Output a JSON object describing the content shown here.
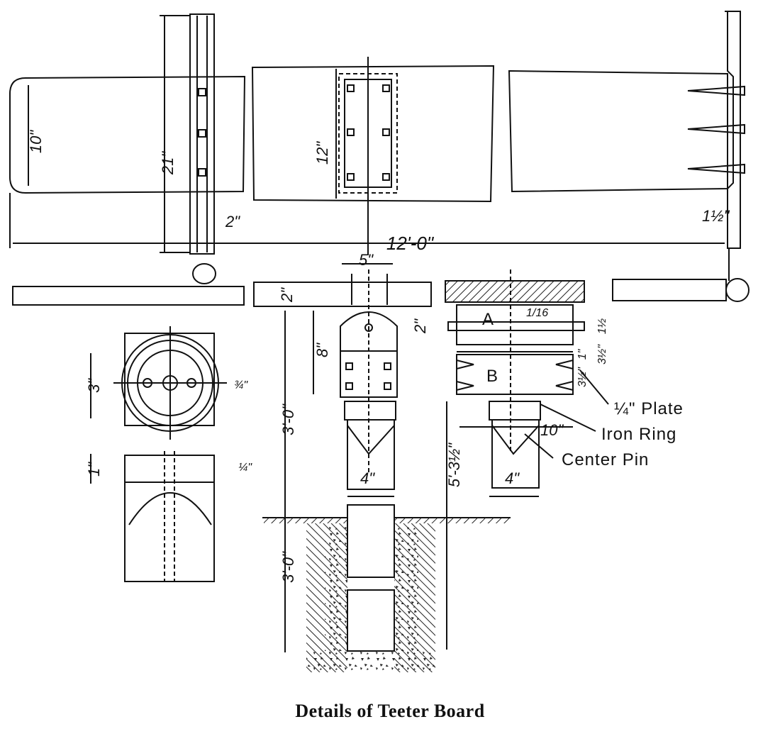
{
  "caption": "Details of Teeter Board",
  "dimensions": {
    "board_width": "10\"",
    "upright_length": "21\"",
    "center_width": "12\"",
    "board_length": "12'-0\"",
    "strap_width": "2\"",
    "handle_end": "1½\"",
    "fulcrum_width": "5\"",
    "board_thickness": "2\"",
    "bracket_height": "8\"",
    "pin_height": "2\"",
    "post_above_ground": "3'-0\"",
    "post_below_ground": "3'-0\"",
    "post_width_a": "4\"",
    "post_width_b": "4\"",
    "overall_height": "5'-3½\"",
    "ring_diameter": "3\"",
    "hole_size": "¾\"",
    "ring_height": "1\"",
    "plate_thickness": "¼\"",
    "side_dim_a": "1½",
    "side_dim_b": "3½\"",
    "side_dim_c": "1\"",
    "side_dim_d": "3½\"",
    "plate_width": "10\"",
    "small_dim": "1/16"
  },
  "labels": {
    "block_a": "A",
    "block_b": "B",
    "plate": "¼\" Plate",
    "iron_ring": "Iron Ring",
    "center_pin": "Center Pin"
  }
}
